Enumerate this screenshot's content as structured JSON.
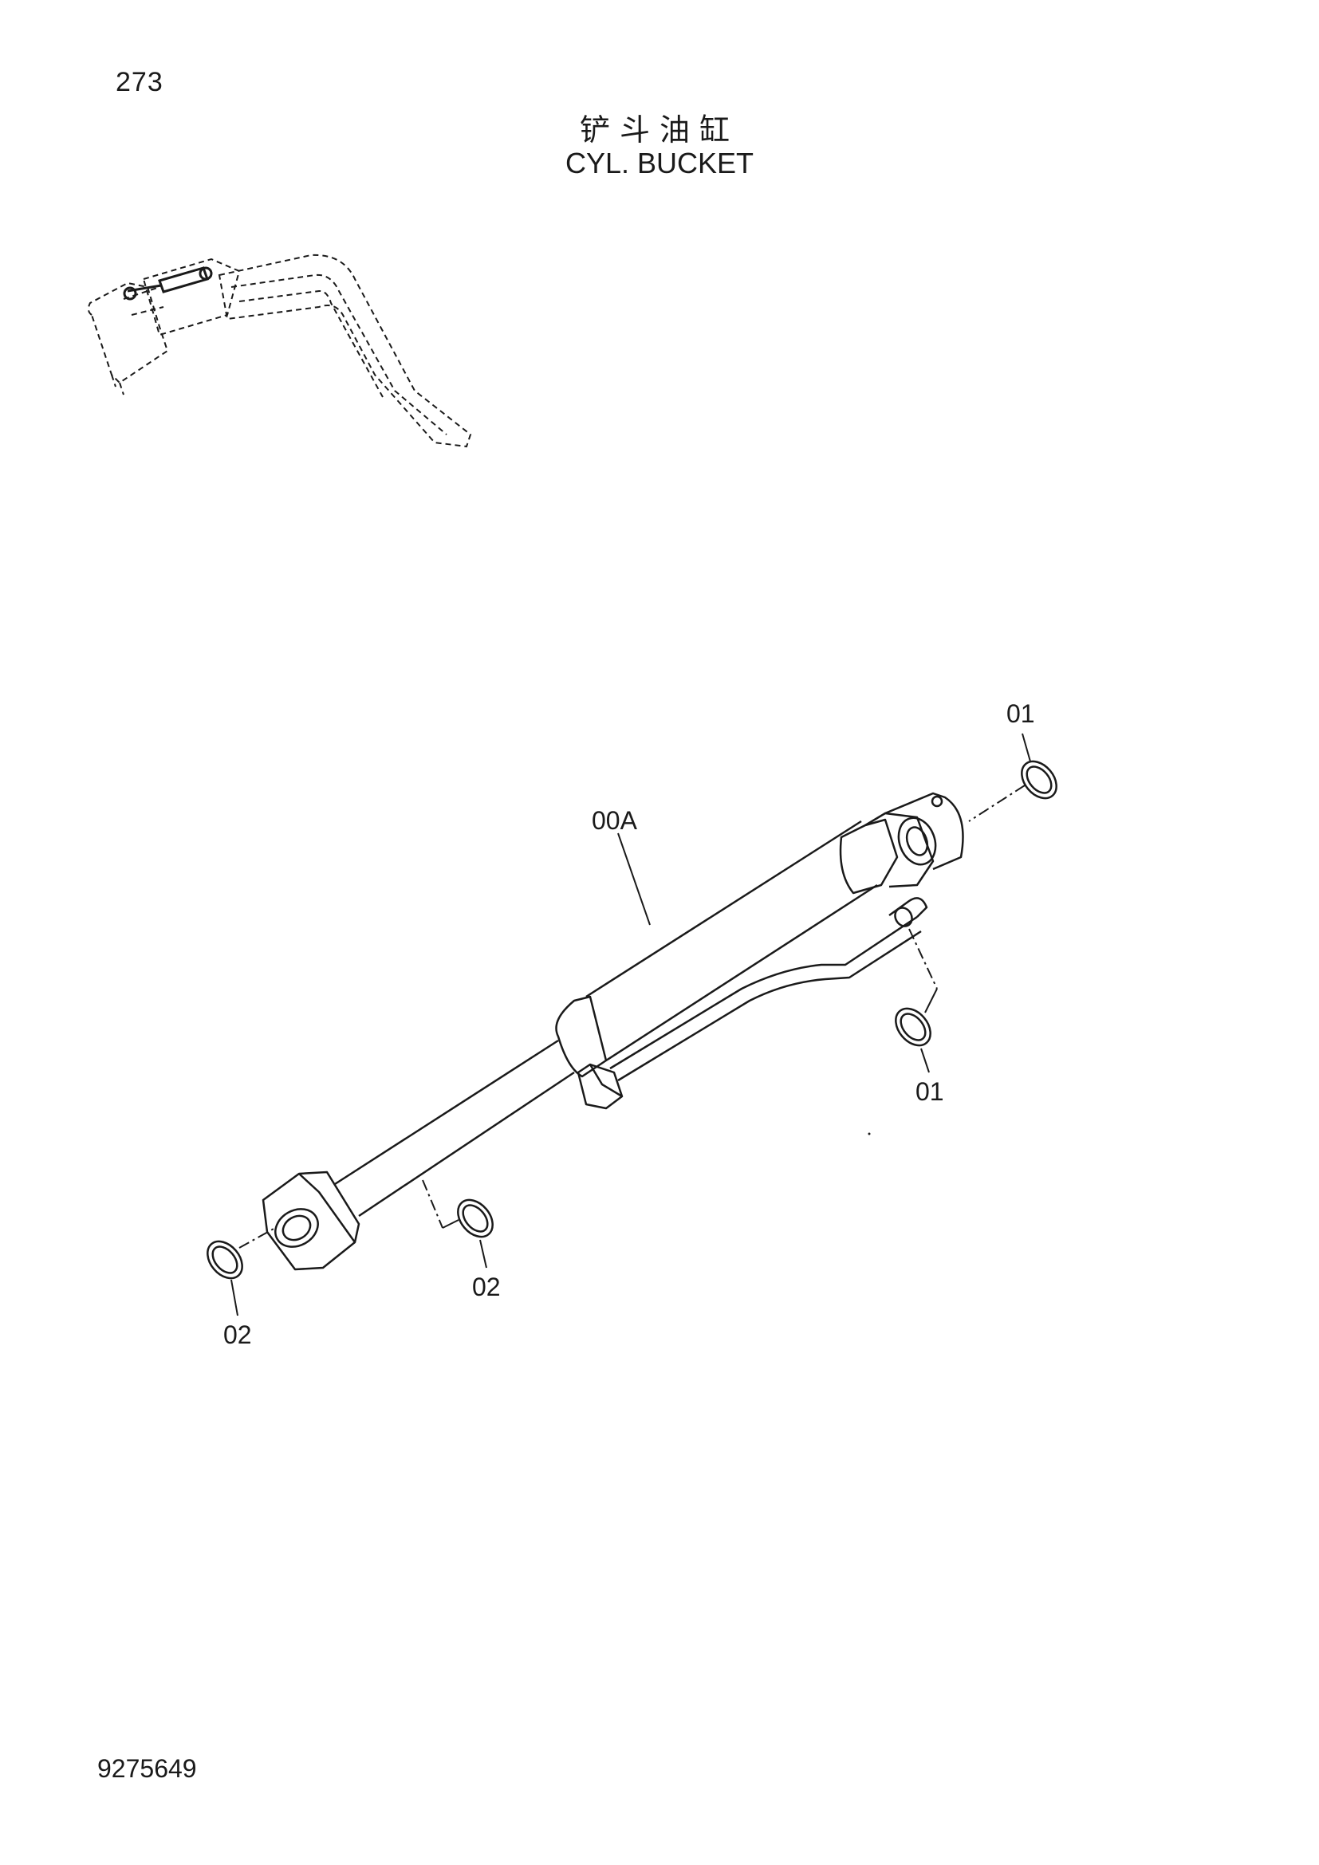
{
  "page_number": "273",
  "title_cn": "铲斗油缸",
  "title_en": "CYL. BUCKET",
  "document_number": "9275649",
  "callouts": {
    "cylinder_assembly": "00A",
    "oring_head_top": "01",
    "oring_port": "01",
    "oring_rod_end": "02",
    "oring_rod_mid": "02"
  },
  "colors": {
    "line": "#1a1a1a",
    "background": "#ffffff"
  }
}
